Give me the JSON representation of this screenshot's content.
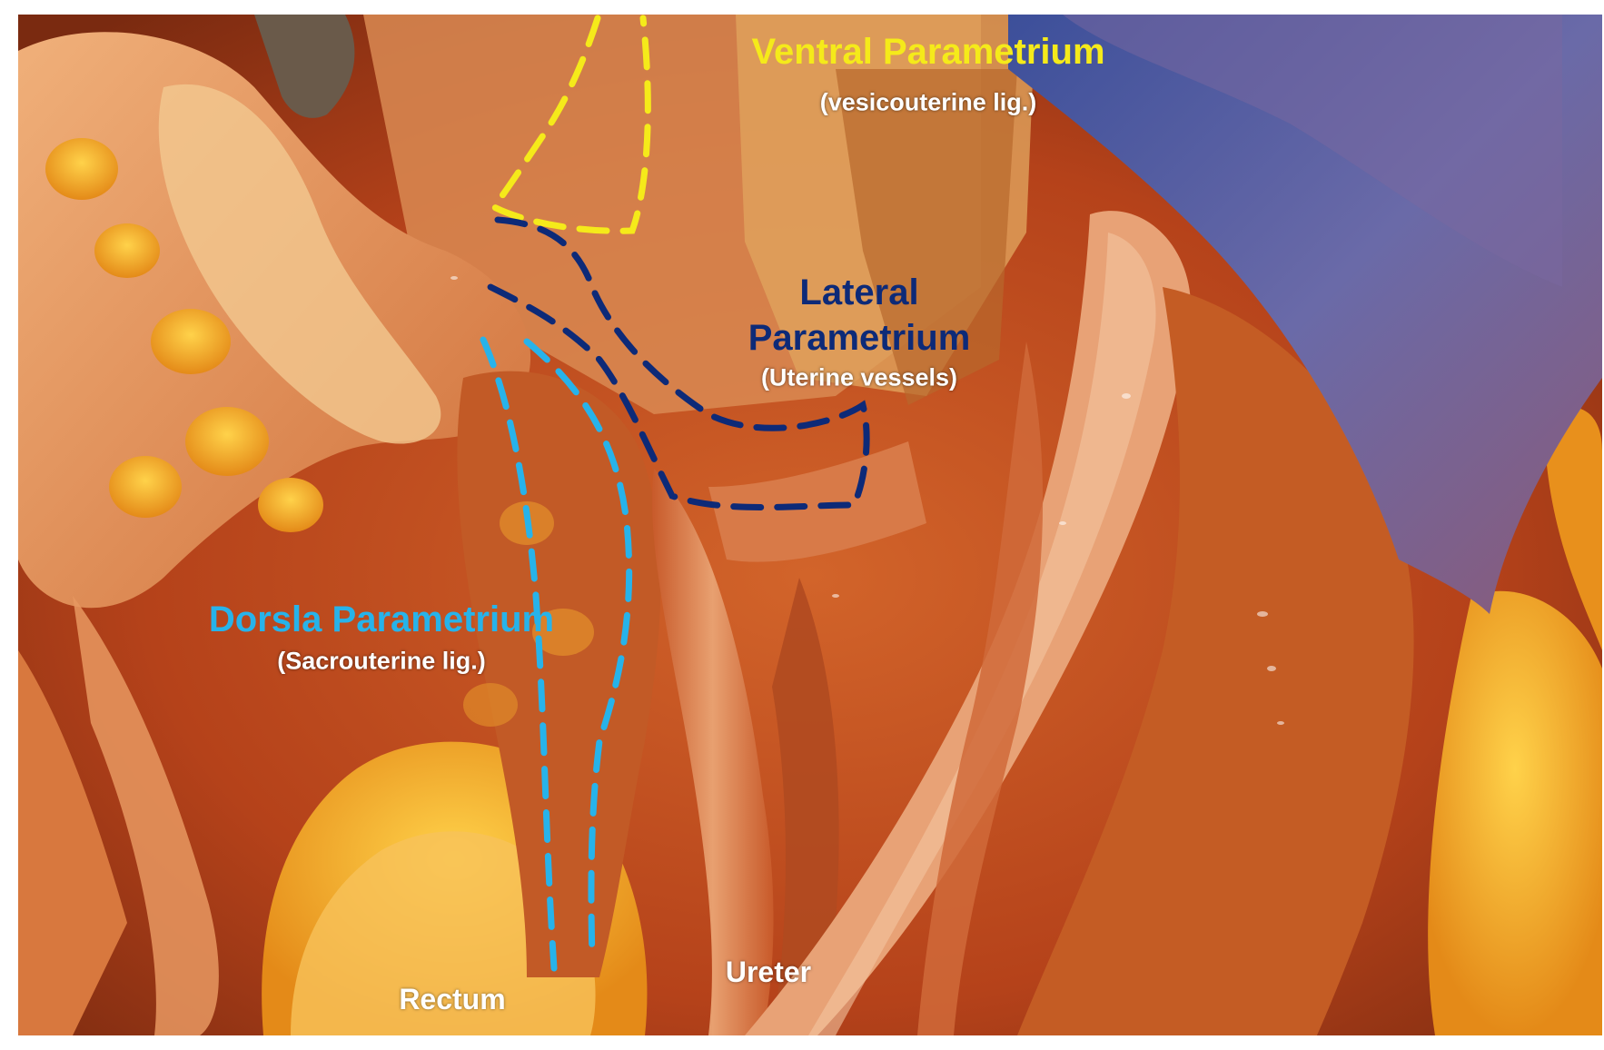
{
  "colors": {
    "ventral": "#f5ea1a",
    "lateral": "#0d2a78",
    "dorsal": "#27b3ea",
    "white": "#ffffff",
    "tissue_base": "#c8501e",
    "fat": "#f2a21c",
    "retractor": "#4a5fa8"
  },
  "labels": {
    "ventral_title": "Ventral Parametrium",
    "ventral_sub": "(vesicouterine lig.)",
    "lateral_title_1": "Lateral",
    "lateral_title_2": "Parametrium",
    "lateral_sub": "(Uterine vessels)",
    "dorsal_title": "Dorsla Parametrium",
    "dorsal_sub": "(Sacrouterine lig.)",
    "ureter": "Ureter",
    "rectum": "Rectum"
  }
}
